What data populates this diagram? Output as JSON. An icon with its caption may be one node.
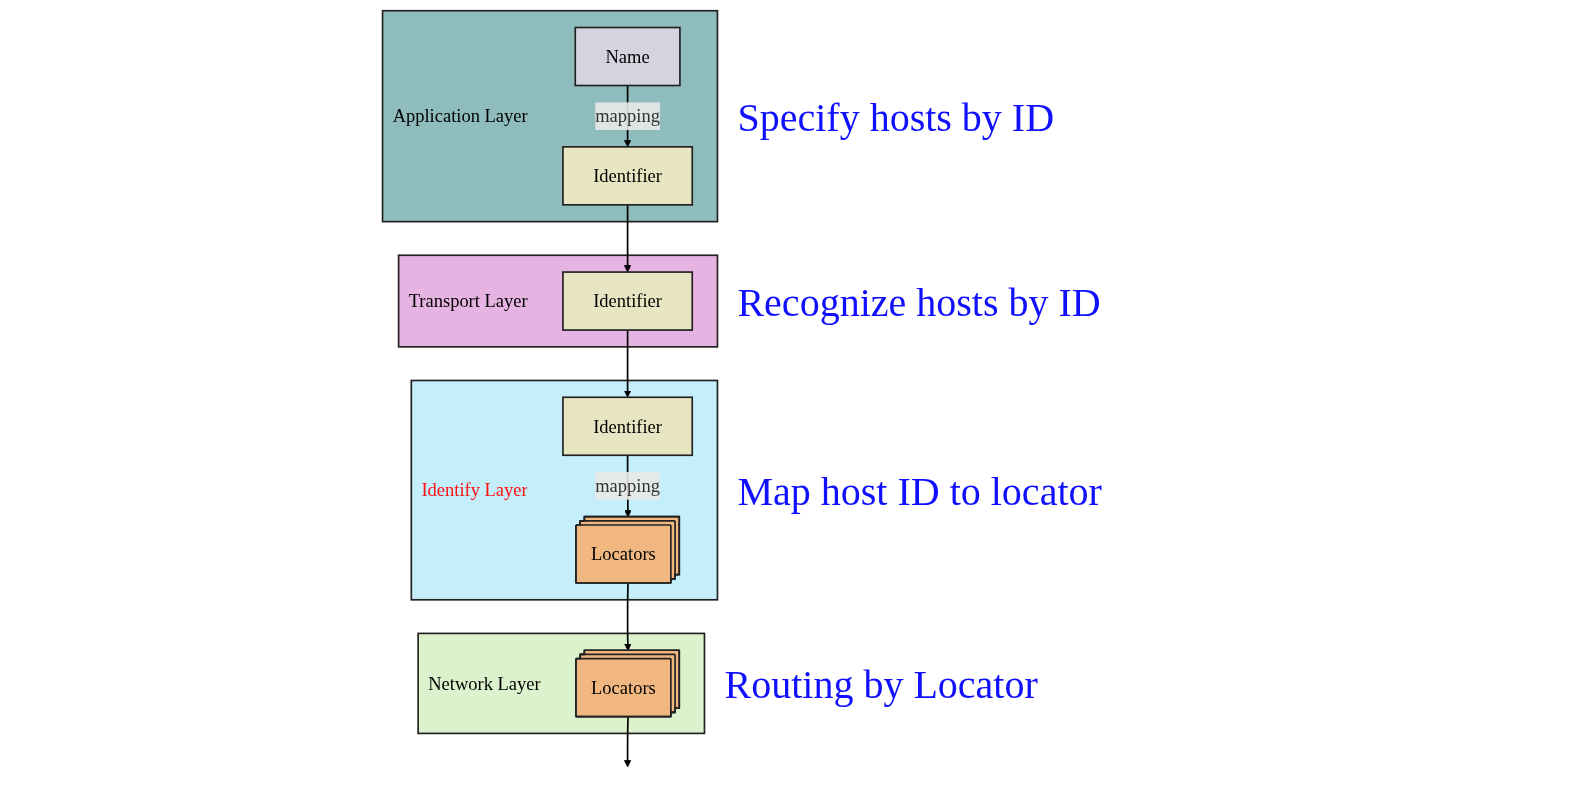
{
  "diagram": {
    "nodes": [
      {
        "text": [
          "Application Layer"
        ],
        "beside": [
          "Specify hosts by ID"
        ]
      },
      {
        "text": [
          "Identifier"
        ],
        "in": 0
      },
      {
        "text": [
          "Name"
        ],
        "in": 0
      },
      {
        "text": [
          "Transport Layer"
        ],
        "beside": [
          "Recognize hosts by ID"
        ]
      },
      {
        "text": [
          "Identifier"
        ],
        "in": 3
      },
      {
        "text": [
          "Identify Layer"
        ],
        "beside": [
          "Map host ID to locator"
        ]
      },
      {
        "text": [
          "Identifier"
        ],
        "in": 5
      },
      {
        "text": [
          "Locators"
        ],
        "in": 5
      },
      {
        "text": [
          "Network Layer"
        ],
        "beside": [
          "Routing by Locator"
        ]
      },
      {
        "text": [
          "Locators"
        ],
        "in": 8
      }
    ],
    "edges": [
      {
        "from": 2,
        "to": 1,
        "arrow": "to",
        "label": "mapping"
      },
      {
        "from": 1,
        "to": 4,
        "arrow": "to"
      },
      {
        "from": 4,
        "to": 6,
        "arrow": "to"
      },
      {
        "from": 6,
        "to": 7,
        "arrow": "to",
        "label": "mapping"
      },
      {
        "from": 7,
        "to": 9,
        "arrow": "to"
      },
      {
        "from": 9,
        "to": null,
        "arrow": "to"
      }
    ]
  }
}
